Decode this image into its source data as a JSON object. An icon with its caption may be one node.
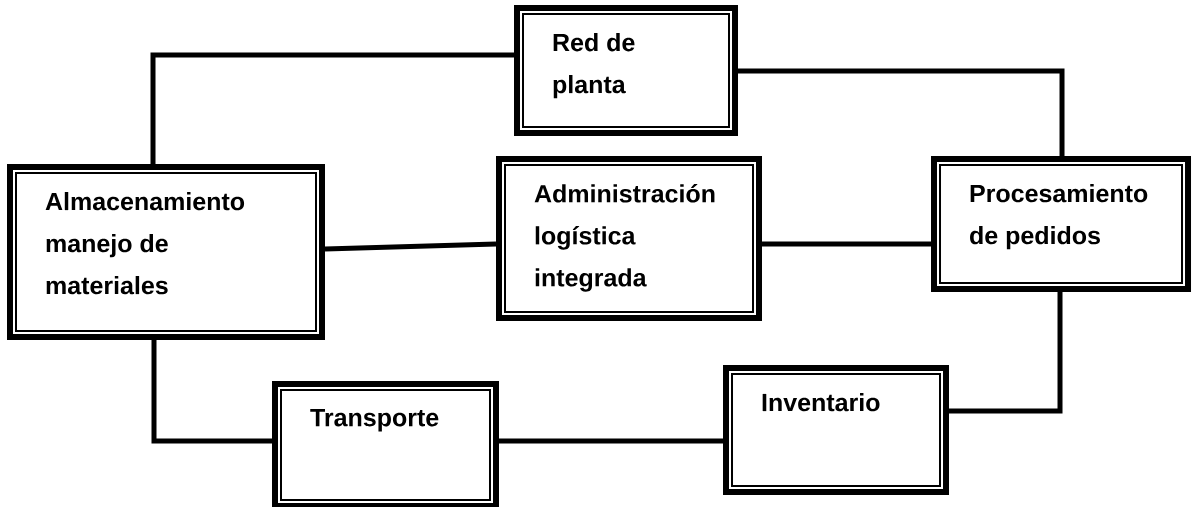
{
  "diagram": {
    "nodes": [
      {
        "text": [
          "Red de planta"
        ]
      },
      {
        "text": [
          "Almacenamiento manejo de materiales"
        ]
      },
      {
        "text": [
          "Administración logística integrada"
        ]
      },
      {
        "text": [
          "Procesamiento de pedidos"
        ]
      },
      {
        "text": [
          "Transporte"
        ]
      },
      {
        "text": [
          "Inventario"
        ]
      }
    ],
    "edges": [
      {
        "from": 1,
        "to": 0,
        "arrow": "none"
      },
      {
        "from": 0,
        "to": 3,
        "arrow": "none"
      },
      {
        "from": 1,
        "to": 2,
        "arrow": "none"
      },
      {
        "from": 2,
        "to": 3,
        "arrow": "none"
      },
      {
        "from": 1,
        "to": 4,
        "arrow": "none"
      },
      {
        "from": 4,
        "to": 5,
        "arrow": "none"
      },
      {
        "from": 3,
        "to": 5,
        "arrow": "none"
      }
    ]
  }
}
